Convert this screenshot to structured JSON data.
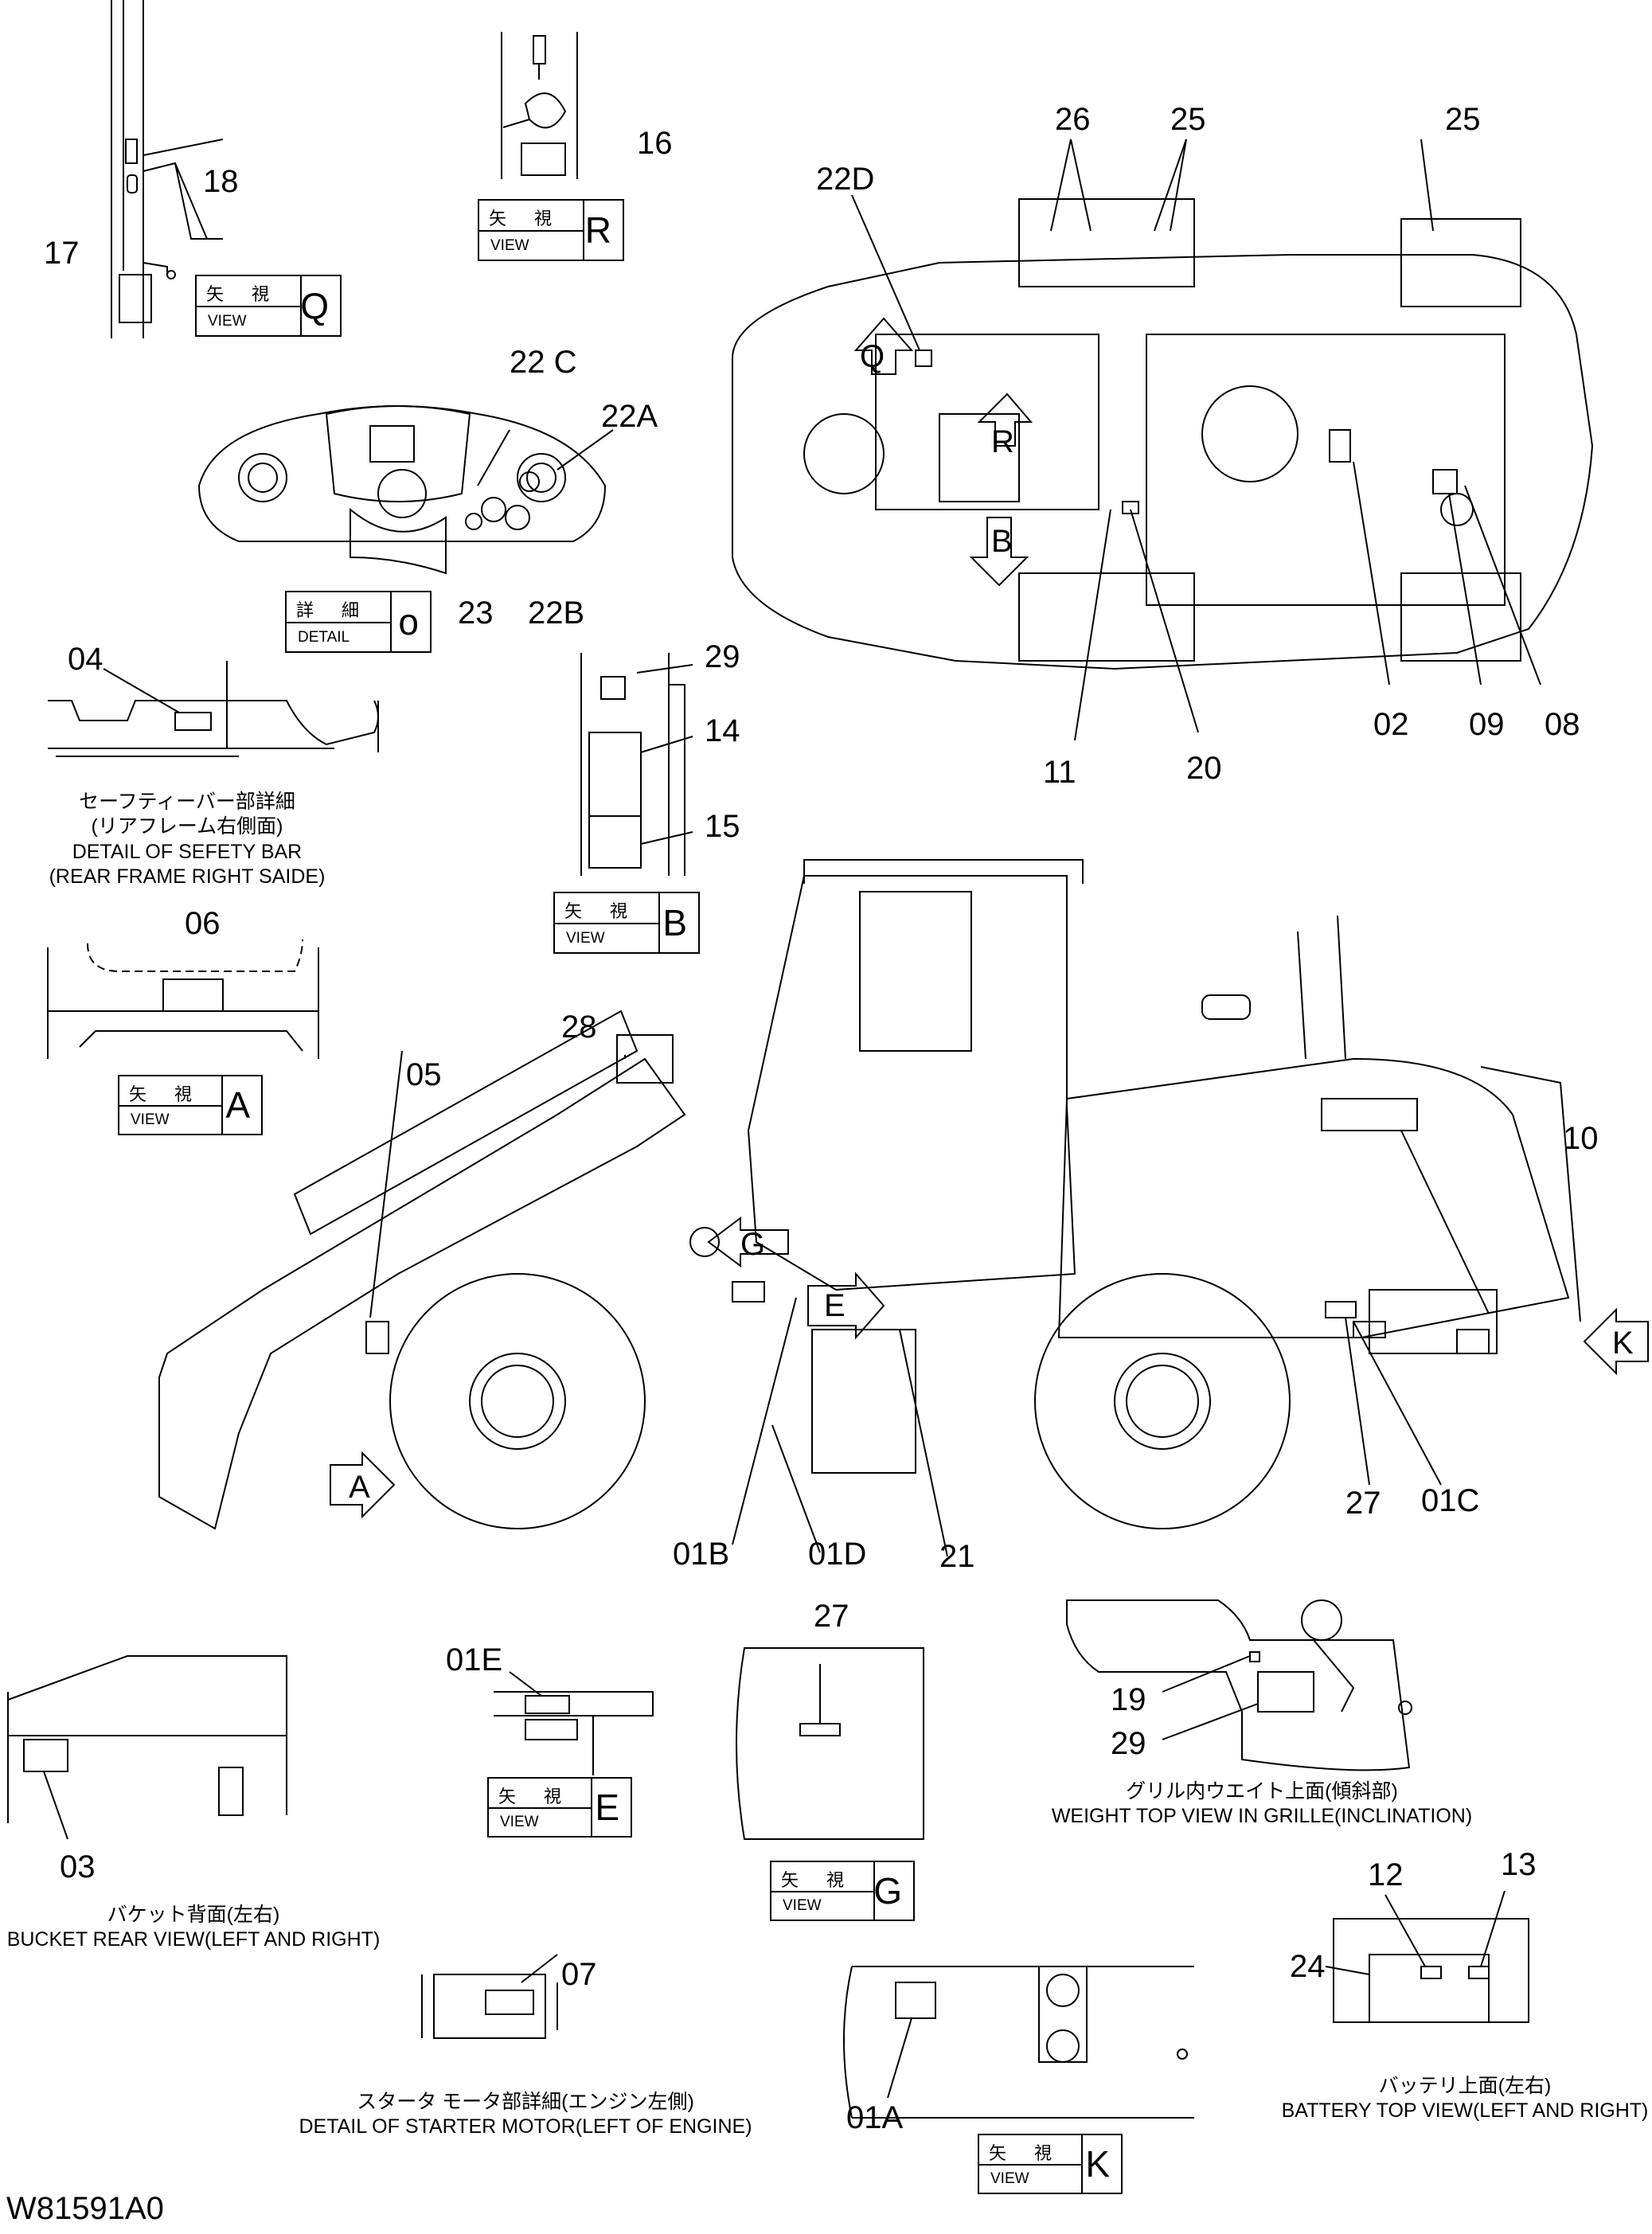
{
  "drawing_number": "W81591A0",
  "callouts": {
    "c18": "18",
    "c17": "17",
    "c16": "16",
    "c26": "26",
    "c25a": "25",
    "c25b": "25",
    "c22D": "22D",
    "c22C": "22 C",
    "c22A": "22A",
    "c23": "23",
    "c22B": "22B",
    "cQ": "Q",
    "cR": "R",
    "cB": "B",
    "c02": "02",
    "c09": "09",
    "c08": "08",
    "c11": "11",
    "c20": "20",
    "c04": "04",
    "c29a": "29",
    "c14": "14",
    "c15": "15",
    "c06": "06",
    "c28": "28",
    "c05": "05",
    "c10": "10",
    "cG": "G",
    "cE": "E",
    "cK": "K",
    "cA": "A",
    "c27a": "27",
    "c01C": "01C",
    "c01B": "01B",
    "c01D": "01D",
    "c21": "21",
    "c27b": "27",
    "c01E": "01E",
    "c19": "19",
    "c29b": "29",
    "c03": "03",
    "c07": "07",
    "c01A": "01A",
    "c12": "12",
    "c13": "13",
    "c24": "24"
  },
  "view_boxes": {
    "R": {
      "jp": "矢 視",
      "en": "VIEW",
      "letter": "R"
    },
    "Q": {
      "jp": "矢 視",
      "en": "VIEW",
      "letter": "Q"
    },
    "O": {
      "jp": "詳 細",
      "en": "DETAIL",
      "letter": "o"
    },
    "B": {
      "jp": "矢 視",
      "en": "VIEW",
      "letter": "B"
    },
    "A": {
      "jp": "矢 視",
      "en": "VIEW",
      "letter": "A"
    },
    "E": {
      "jp": "矢 視",
      "en": "VIEW",
      "letter": "E"
    },
    "G": {
      "jp": "矢 視",
      "en": "VIEW",
      "letter": "G"
    },
    "K": {
      "jp": "矢 視",
      "en": "VIEW",
      "letter": "K"
    }
  },
  "captions": {
    "safety_bar": [
      "セーフティーバー部詳細",
      "(リアフレーム右側面)",
      "DETAIL OF SEFETY BAR",
      "(REAR FRAME RIGHT SAIDE)"
    ],
    "weight_grille": [
      "グリル内ウエイト上面(傾斜部)",
      "WEIGHT TOP VIEW IN GRILLE(INCLINATION)"
    ],
    "bucket_rear": [
      "バケット背面(左右)",
      "BUCKET REAR VIEW(LEFT AND RIGHT)"
    ],
    "starter_motor": [
      "スタータ モータ部詳細(エンジン左側)",
      "DETAIL OF STARTER MOTOR(LEFT OF ENGINE)"
    ],
    "battery_top": [
      "バッテリ上面(左右)",
      "BATTERY TOP VIEW(LEFT AND RIGHT)"
    ]
  }
}
